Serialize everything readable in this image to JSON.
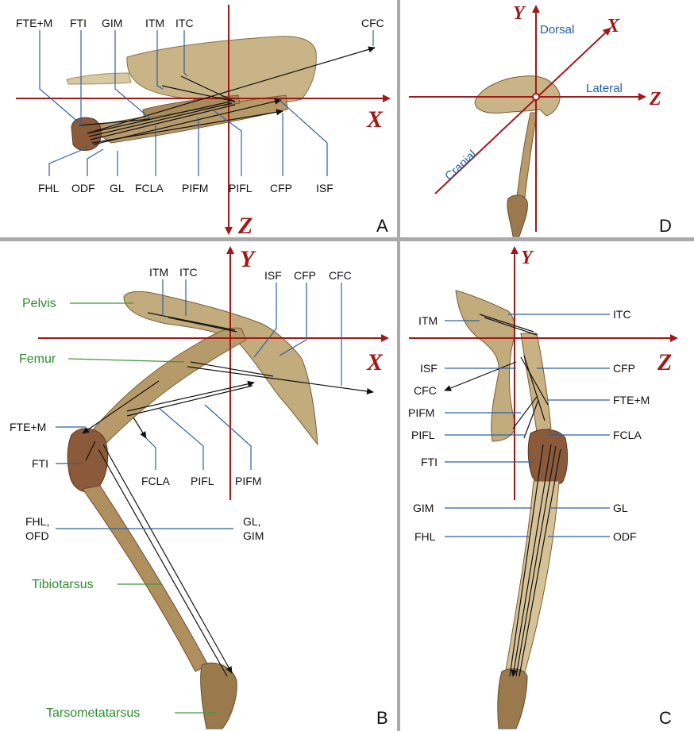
{
  "colors": {
    "axis": "#a01818",
    "leader_blue": "#2f5f9f",
    "label_green": "#2e8b2e",
    "direction_blue": "#1f5fa8",
    "bone": "#b79a6a",
    "divider": "#aaaaaa"
  },
  "panels": {
    "A": {
      "letter": "A",
      "axes": [
        "X",
        "Z"
      ],
      "top_labels": [
        "FTE+M",
        "FTI",
        "GIM",
        "ITM",
        "ITC",
        "CFC"
      ],
      "bottom_labels": [
        "FHL",
        "ODF",
        "GL",
        "FCLA",
        "PIFM",
        "PIFL",
        "CFP",
        "ISF"
      ]
    },
    "B": {
      "letter": "B",
      "axes": [
        "Y",
        "X"
      ],
      "muscle_labels": [
        "ITM",
        "ITC",
        "ISF",
        "CFP",
        "CFC",
        "FTE+M",
        "FTI",
        "FCLA",
        "PIFL",
        "PIFM"
      ],
      "paired_left": [
        "FHL,",
        "OFD"
      ],
      "paired_right": [
        "GL,",
        "GIM"
      ],
      "bones": [
        "Pelvis",
        "Femur",
        "Tibiotarsus",
        "Tarsometatarsus"
      ]
    },
    "C": {
      "letter": "C",
      "axes": [
        "Y",
        "Z"
      ],
      "left_labels": [
        "ITM",
        "ISF",
        "CFC",
        "PIFM",
        "PIFL",
        "FTI",
        "GIM",
        "FHL"
      ],
      "right_labels": [
        "ITC",
        "CFP",
        "FTE+M",
        "FCLA",
        "GL",
        "ODF"
      ]
    },
    "D": {
      "letter": "D",
      "axes": [
        "Y",
        "X",
        "Z"
      ],
      "directions": [
        "Dorsal",
        "Lateral",
        "Cranial"
      ]
    }
  }
}
